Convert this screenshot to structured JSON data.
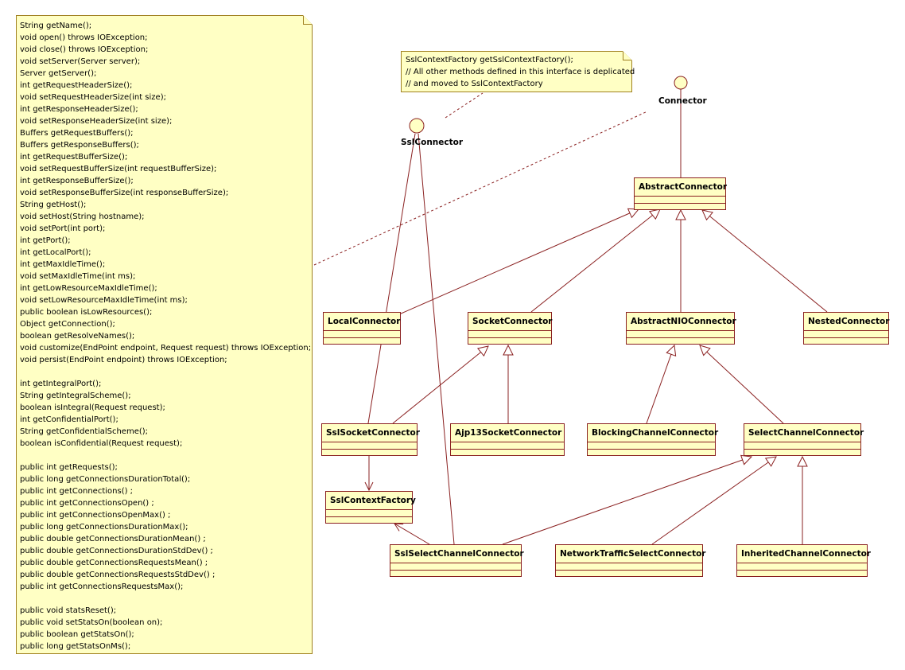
{
  "interface_note": {
    "lines": [
      "String getName();",
      "void open() throws IOException;",
      "void close() throws IOException;",
      "void setServer(Server server);",
      "Server getServer();",
      "int getRequestHeaderSize();",
      "void setRequestHeaderSize(int size);",
      "int getResponseHeaderSize();",
      "void setResponseHeaderSize(int size);",
      "Buffers getRequestBuffers();",
      "Buffers getResponseBuffers();",
      "int getRequestBufferSize();",
      "void setRequestBufferSize(int requestBufferSize);",
      "int getResponseBufferSize();",
      "void setResponseBufferSize(int responseBufferSize);",
      "String getHost();",
      "void setHost(String hostname);",
      "void setPort(int port);",
      "int getPort();",
      "int getLocalPort();",
      "int getMaxIdleTime();",
      "void setMaxIdleTime(int ms);",
      "int getLowResourceMaxIdleTime();",
      "void setLowResourceMaxIdleTime(int ms);",
      "public boolean isLowResources();",
      "Object getConnection();",
      "boolean getResolveNames();",
      "void customize(EndPoint endpoint, Request request) throws IOException;",
      "void persist(EndPoint endpoint) throws IOException;",
      "",
      "int getIntegralPort();",
      "String getIntegralScheme();",
      "boolean isIntegral(Request request);",
      "int getConfidentialPort();",
      "String getConfidentialScheme();",
      "boolean isConfidential(Request request);",
      "",
      "public int getRequests();",
      "public long getConnectionsDurationTotal();",
      "public int getConnections() ;",
      "public int getConnectionsOpen() ;",
      "public int getConnectionsOpenMax() ;",
      "public long getConnectionsDurationMax();",
      "public double getConnectionsDurationMean() ;",
      "public double getConnectionsDurationStdDev() ;",
      "public double getConnectionsRequestsMean() ;",
      "public double getConnectionsRequestsStdDev() ;",
      "public int getConnectionsRequestsMax();",
      "",
      "public void statsReset();",
      "public void setStatsOn(boolean on);",
      "public boolean getStatsOn();",
      "public long getStatsOnMs();"
    ]
  },
  "ssl_note": {
    "lines": [
      "SslContextFactory getSslContextFactory();",
      "// All other methods defined in this interface is deplicated",
      "// and moved to SslContextFactory"
    ]
  },
  "interfaces": {
    "connector": "Connector",
    "ssl_connector": "SslConnector"
  },
  "classes": {
    "abstract_connector": "AbstractConnector",
    "local_connector": "LocalConnector",
    "socket_connector": "SocketConnector",
    "abstract_nio_connector": "AbstractNIOConnector",
    "nested_connector": "NestedConnector",
    "ssl_socket_connector": "SslSocketConnector",
    "ajp13_socket_connector": "Ajp13SocketConnector",
    "blocking_channel_connector": "BlockingChannelConnector",
    "select_channel_connector": "SelectChannelConnector",
    "ssl_context_factory": "SslContextFactory",
    "ssl_select_channel_connector": "SslSelectChannelConnector",
    "network_traffic_select_connector": "NetworkTrafficSelectConnector",
    "inherited_channel_connector": "InheritedChannelConnector"
  },
  "colors": {
    "note_fill": "#ffffc4",
    "class_fill": "#ffffc4",
    "line": "#8a2020"
  }
}
